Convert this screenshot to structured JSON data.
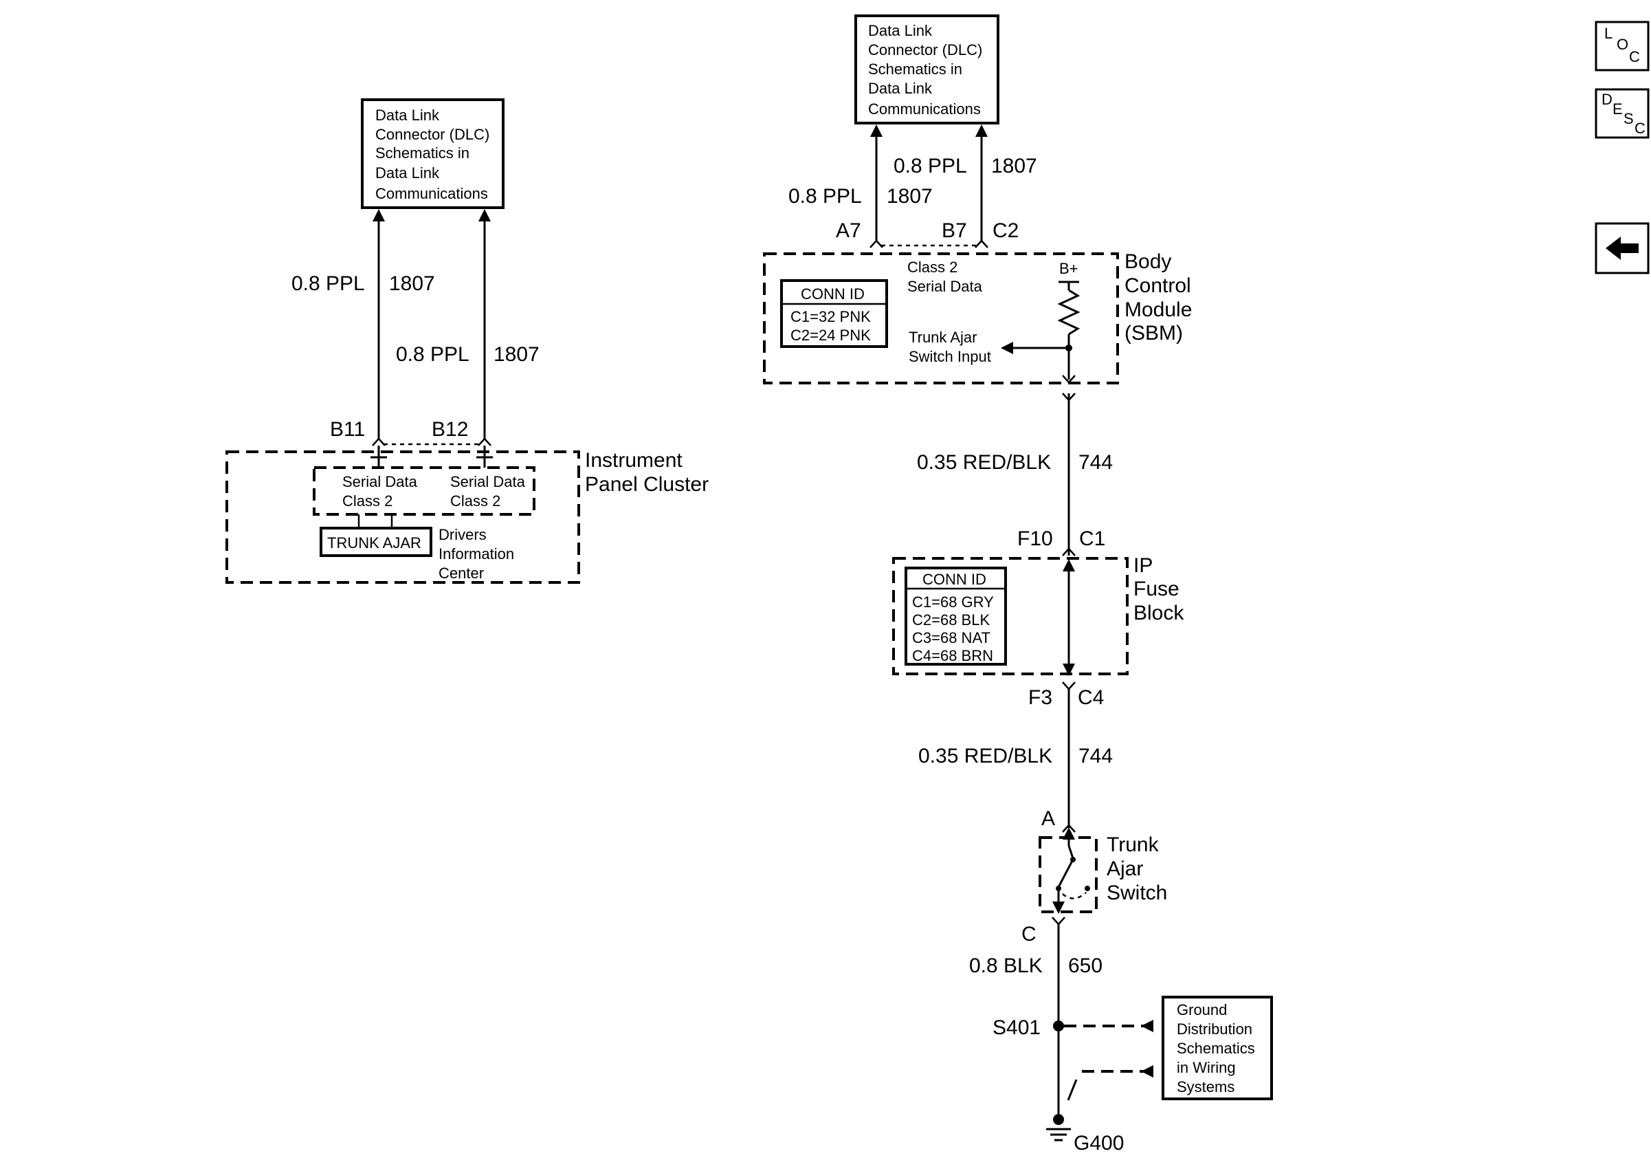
{
  "dlc_box_label": [
    "Data Link",
    "Connector (DLC)",
    "Schematics in",
    "Data Link",
    "Communications"
  ],
  "ipc": {
    "wire_left": {
      "gauge": "0.8 PPL",
      "circuit": "1807"
    },
    "wire_right": {
      "gauge": "0.8 PPL",
      "circuit": "1807"
    },
    "pin_left": "B11",
    "pin_right": "B12",
    "module_name": [
      "Instrument",
      "Panel Cluster"
    ],
    "serial_left": [
      "Serial Data",
      "Class 2"
    ],
    "serial_right": [
      "Serial Data",
      "Class 2"
    ],
    "trunk_ajar_display": "TRUNK AJAR",
    "dic_label": [
      "Drivers",
      "Information",
      "Center"
    ]
  },
  "bcm": {
    "wire_left": {
      "gauge": "0.8 PPL",
      "circuit": "1807"
    },
    "wire_right": {
      "gauge": "0.8 PPL",
      "circuit": "1807"
    },
    "pin_a7": "A7",
    "pin_b7": "B7",
    "conn_c2": "C2",
    "module_name": [
      "Body",
      "Control",
      "Module",
      "(SBM)"
    ],
    "serial_label": [
      "Class 2",
      "Serial Data"
    ],
    "bplus": "B+",
    "input_label": [
      "Trunk Ajar",
      "Switch Input"
    ],
    "conn_id_title": "CONN ID",
    "conn_id": [
      "C1=32 PNK",
      "C2=24 PNK"
    ]
  },
  "wire_744_upper": {
    "gauge": "0.35 RED/BLK",
    "circuit": "744"
  },
  "fuse_block": {
    "pin_top": "F10",
    "conn_top": "C1",
    "name": [
      "IP",
      "Fuse",
      "Block"
    ],
    "conn_id_title": "CONN ID",
    "conn_id": [
      "C1=68 GRY",
      "C2=68 BLK",
      "C3=68 NAT",
      "C4=68 BRN"
    ],
    "pin_bottom": "F3",
    "conn_bottom": "C4"
  },
  "wire_744_lower": {
    "gauge": "0.35 RED/BLK",
    "circuit": "744"
  },
  "trunk_switch": {
    "pin_a": "A",
    "name": [
      "Trunk",
      "Ajar",
      "Switch"
    ],
    "pin_c": "C"
  },
  "wire_650": {
    "gauge": "0.8 BLK",
    "circuit": "650"
  },
  "splice": "S401",
  "ground_box_label": [
    "Ground",
    "Distribution",
    "Schematics",
    "in Wiring",
    "Systems"
  ],
  "ground": "G400",
  "nav": {
    "loc": [
      "L",
      "O",
      "C"
    ],
    "desc": [
      "D",
      "E",
      "S",
      "C"
    ],
    "back_icon": "left-arrow-icon"
  }
}
